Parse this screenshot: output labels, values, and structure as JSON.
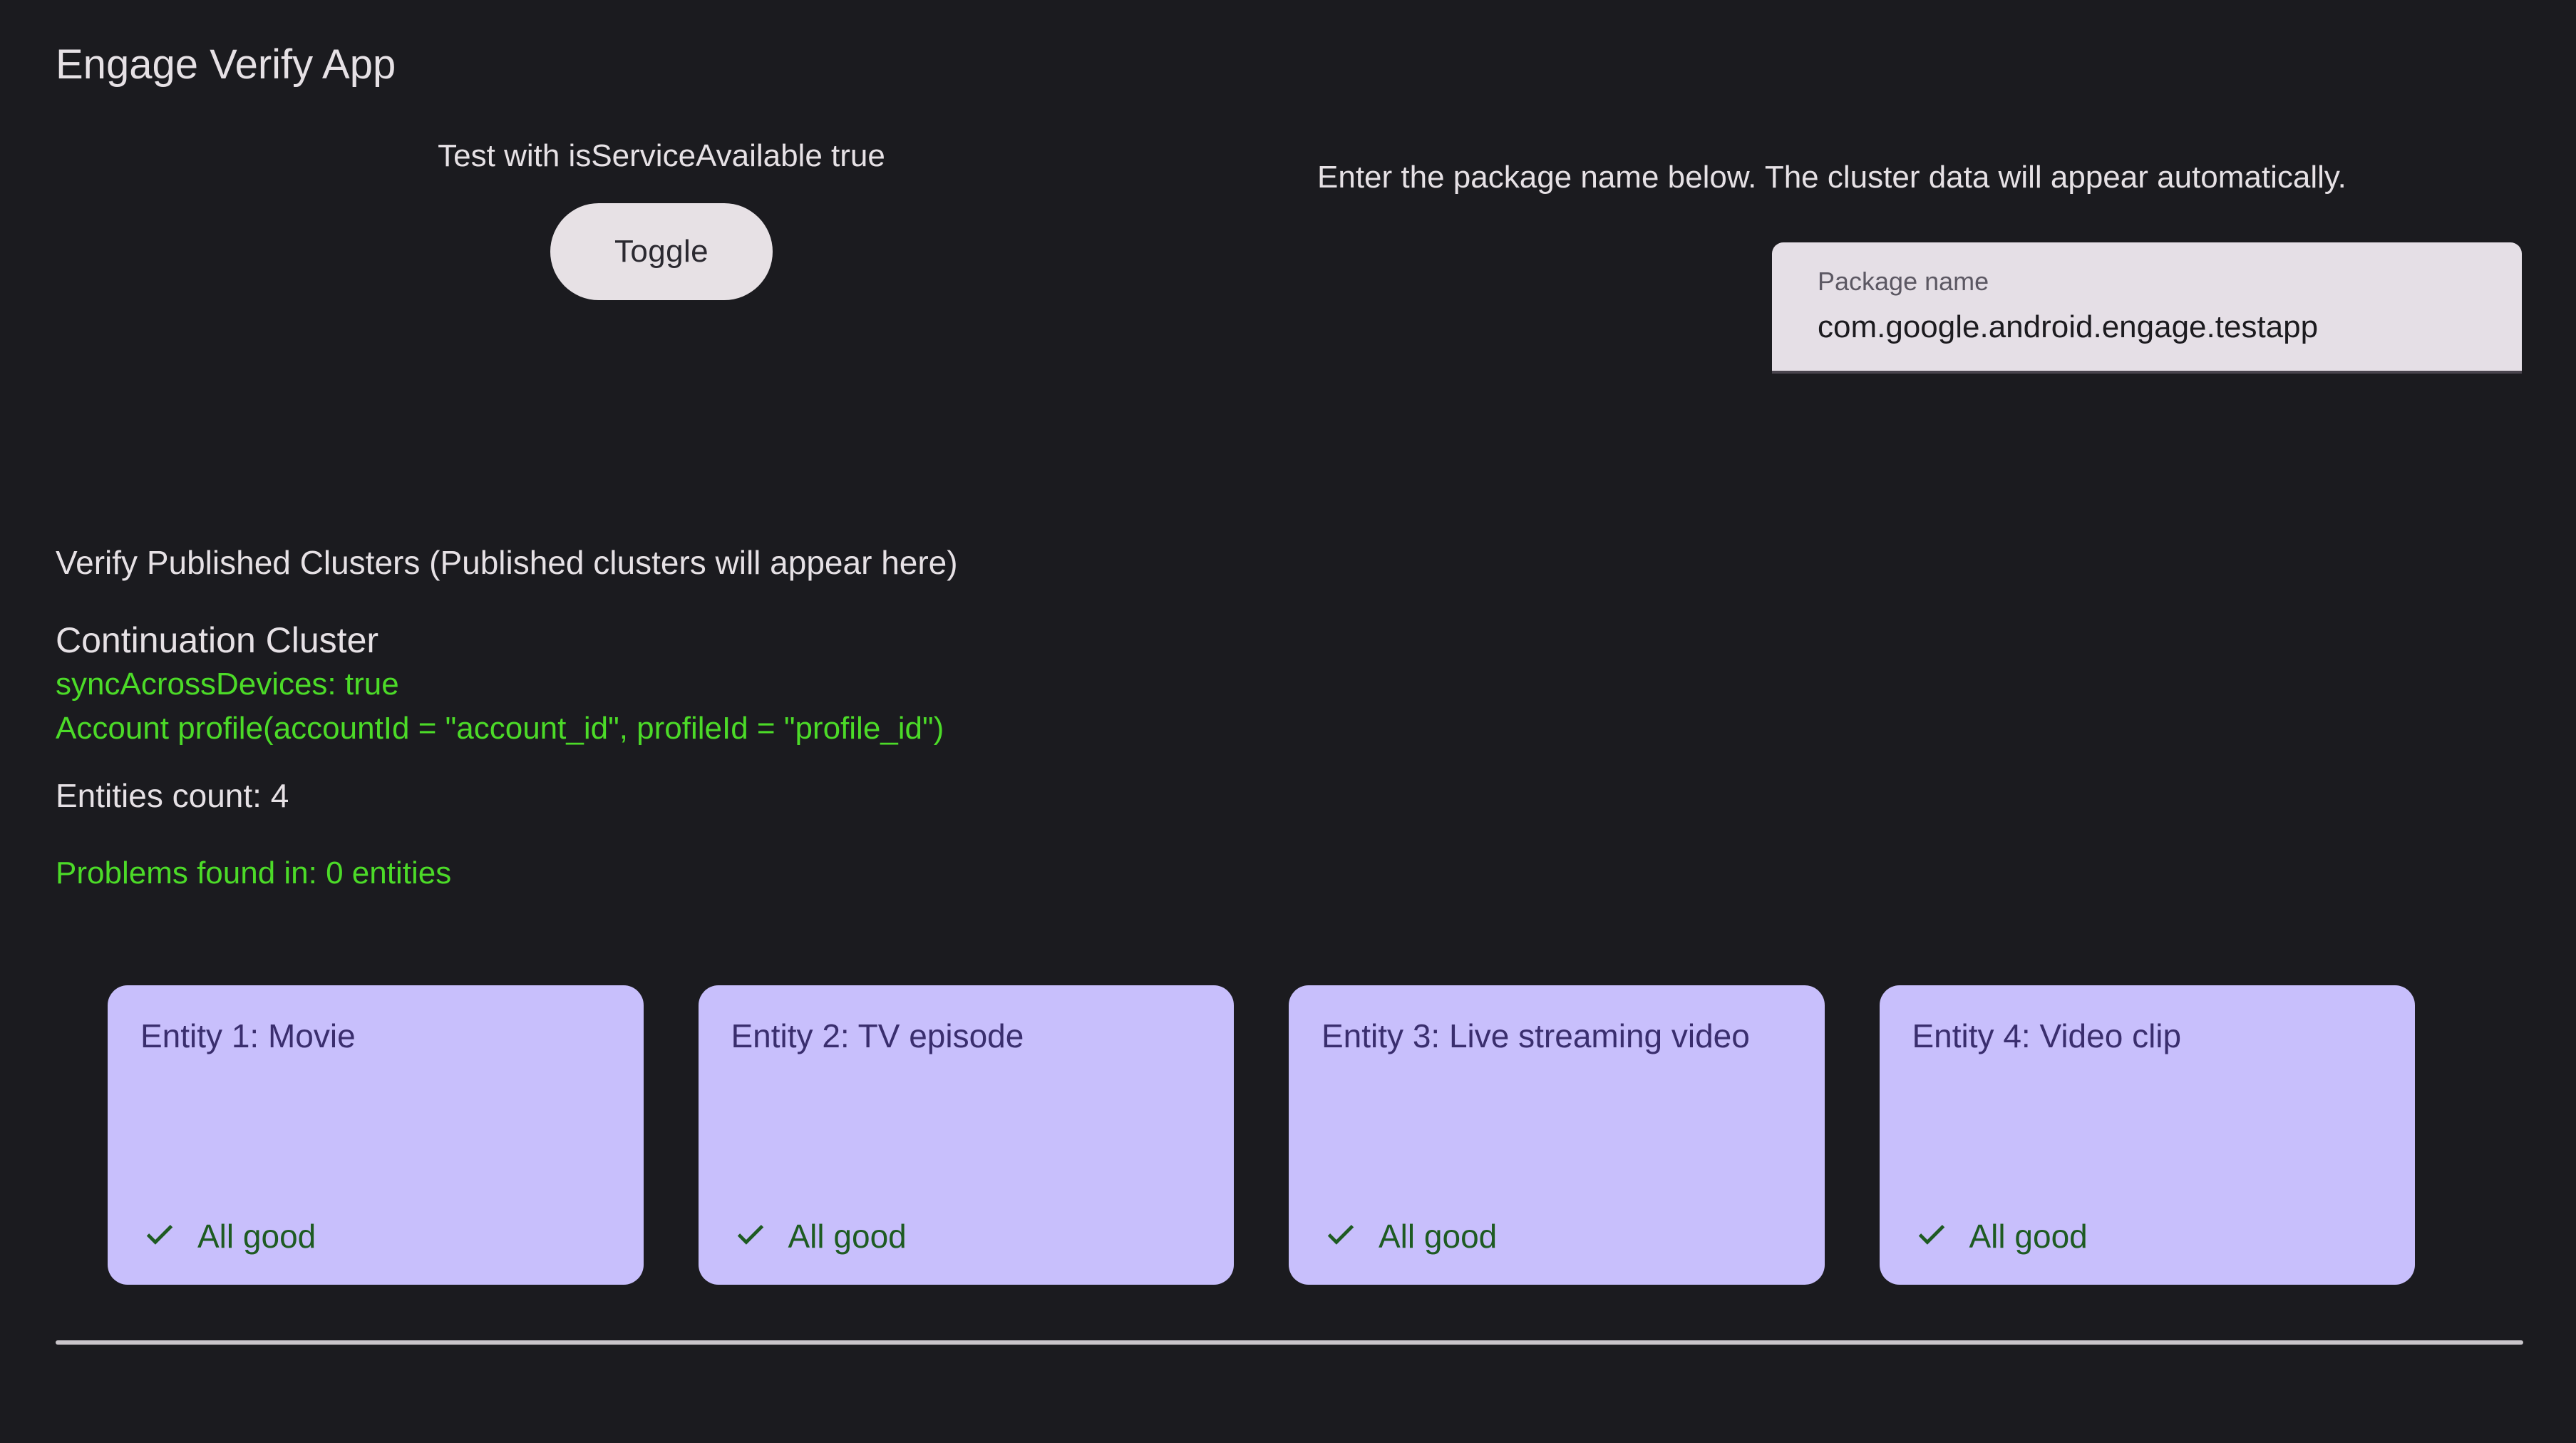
{
  "app": {
    "title": "Engage Verify App",
    "background_color": "#1B1B1F",
    "text_color": "#E6E1E5"
  },
  "toggle_panel": {
    "caption": "Test with isServiceAvailable true",
    "button_label": "Toggle",
    "button_color": "#E7E1E5"
  },
  "package_panel": {
    "instruction": "Enter the package name below. The cluster data will appear automatically.",
    "field_label": "Package name",
    "field_value": "com.google.android.engage.testapp",
    "field_placeholder": "Package name",
    "field_color": "#E5DFE6"
  },
  "verify_section": {
    "heading": "Verify Published Clusters (Published clusters will appear here)",
    "cluster_title": "Continuation Cluster",
    "cluster_lines": [
      "syncAcrossDevices: true",
      "Account profile(accountId = \"account_id\", profileId = \"profile_id\")"
    ],
    "entities_count": "Entities count: 4",
    "problems_found": "Problems found in: 0 entities",
    "accent_green": "#4CDB28"
  },
  "entities": [
    {
      "title": "Entity 1: Movie",
      "status": "All good",
      "status_icon": "check-icon",
      "card_color": "#C8BFFC",
      "status_color": "#1E5B22"
    },
    {
      "title": "Entity 2: TV episode",
      "status": "All good",
      "status_icon": "check-icon",
      "card_color": "#C8BFFC",
      "status_color": "#1E5B22"
    },
    {
      "title": "Entity 3: Live streaming video",
      "status": "All good",
      "status_icon": "check-icon",
      "card_color": "#C8BFFC",
      "status_color": "#1E5B22"
    },
    {
      "title": "Entity 4: Video clip",
      "status": "All good",
      "status_icon": "check-icon",
      "card_color": "#C8BFFC",
      "status_color": "#1E5B22"
    }
  ]
}
